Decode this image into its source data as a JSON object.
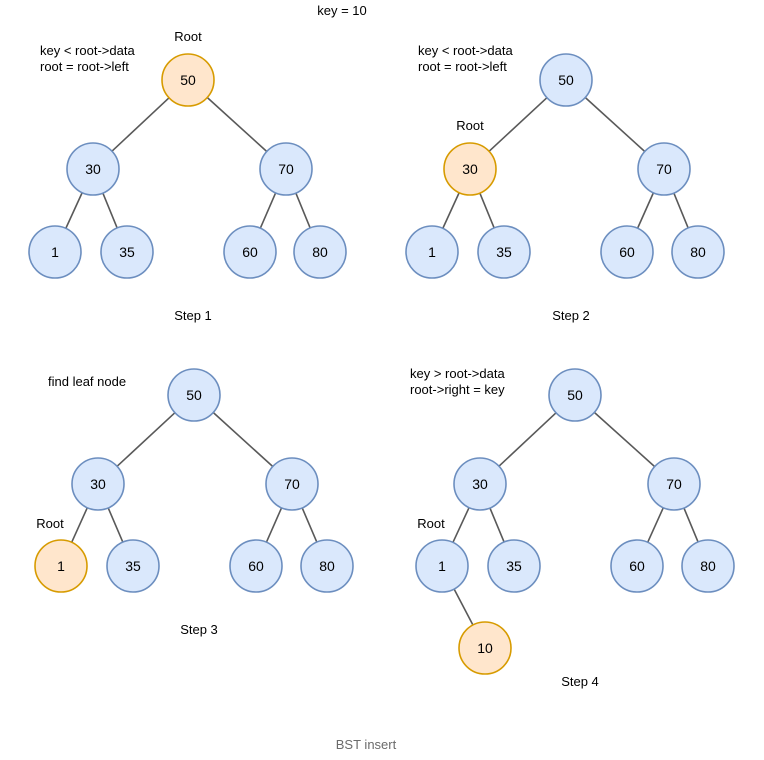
{
  "title": "key = 10",
  "caption": "BST insert",
  "colors": {
    "node_fill": "#dae8fc",
    "node_stroke": "#6c8ebf",
    "highlight_fill": "#ffe6cc",
    "highlight_stroke": "#d79b00",
    "edge": "#595959"
  },
  "steps": [
    {
      "label": "Step 1",
      "notes": [
        "key < root->data",
        "root = root->left"
      ],
      "root_label": "Root",
      "nodes": [
        {
          "id": "n50",
          "value": "50",
          "highlight": true
        },
        {
          "id": "n30",
          "value": "30",
          "highlight": false
        },
        {
          "id": "n70",
          "value": "70",
          "highlight": false
        },
        {
          "id": "n1",
          "value": "1",
          "highlight": false
        },
        {
          "id": "n35",
          "value": "35",
          "highlight": false
        },
        {
          "id": "n60",
          "value": "60",
          "highlight": false
        },
        {
          "id": "n80",
          "value": "80",
          "highlight": false
        }
      ],
      "edges": [
        [
          "n50",
          "n30"
        ],
        [
          "n50",
          "n70"
        ],
        [
          "n30",
          "n1"
        ],
        [
          "n30",
          "n35"
        ],
        [
          "n70",
          "n60"
        ],
        [
          "n70",
          "n80"
        ]
      ]
    },
    {
      "label": "Step 2",
      "notes": [
        "key < root->data",
        "root = root->left"
      ],
      "root_label": "Root",
      "nodes": [
        {
          "id": "n50",
          "value": "50",
          "highlight": false
        },
        {
          "id": "n30",
          "value": "30",
          "highlight": true
        },
        {
          "id": "n70",
          "value": "70",
          "highlight": false
        },
        {
          "id": "n1",
          "value": "1",
          "highlight": false
        },
        {
          "id": "n35",
          "value": "35",
          "highlight": false
        },
        {
          "id": "n60",
          "value": "60",
          "highlight": false
        },
        {
          "id": "n80",
          "value": "80",
          "highlight": false
        }
      ],
      "edges": [
        [
          "n50",
          "n30"
        ],
        [
          "n50",
          "n70"
        ],
        [
          "n30",
          "n1"
        ],
        [
          "n30",
          "n35"
        ],
        [
          "n70",
          "n60"
        ],
        [
          "n70",
          "n80"
        ]
      ]
    },
    {
      "label": "Step 3",
      "notes": [
        "find leaf node"
      ],
      "root_label": "Root",
      "nodes": [
        {
          "id": "n50",
          "value": "50",
          "highlight": false
        },
        {
          "id": "n30",
          "value": "30",
          "highlight": false
        },
        {
          "id": "n70",
          "value": "70",
          "highlight": false
        },
        {
          "id": "n1",
          "value": "1",
          "highlight": true
        },
        {
          "id": "n35",
          "value": "35",
          "highlight": false
        },
        {
          "id": "n60",
          "value": "60",
          "highlight": false
        },
        {
          "id": "n80",
          "value": "80",
          "highlight": false
        }
      ],
      "edges": [
        [
          "n50",
          "n30"
        ],
        [
          "n50",
          "n70"
        ],
        [
          "n30",
          "n1"
        ],
        [
          "n30",
          "n35"
        ],
        [
          "n70",
          "n60"
        ],
        [
          "n70",
          "n80"
        ]
      ]
    },
    {
      "label": "Step 4",
      "notes": [
        "key > root->data",
        "root->right = key"
      ],
      "root_label": "Root",
      "nodes": [
        {
          "id": "n50",
          "value": "50",
          "highlight": false
        },
        {
          "id": "n30",
          "value": "30",
          "highlight": false
        },
        {
          "id": "n70",
          "value": "70",
          "highlight": false
        },
        {
          "id": "n1",
          "value": "1",
          "highlight": false
        },
        {
          "id": "n35",
          "value": "35",
          "highlight": false
        },
        {
          "id": "n60",
          "value": "60",
          "highlight": false
        },
        {
          "id": "n80",
          "value": "80",
          "highlight": false
        },
        {
          "id": "n10",
          "value": "10",
          "highlight": true
        }
      ],
      "edges": [
        [
          "n50",
          "n30"
        ],
        [
          "n50",
          "n70"
        ],
        [
          "n30",
          "n1"
        ],
        [
          "n30",
          "n35"
        ],
        [
          "n70",
          "n60"
        ],
        [
          "n70",
          "n80"
        ],
        [
          "n1",
          "n10"
        ]
      ]
    }
  ]
}
